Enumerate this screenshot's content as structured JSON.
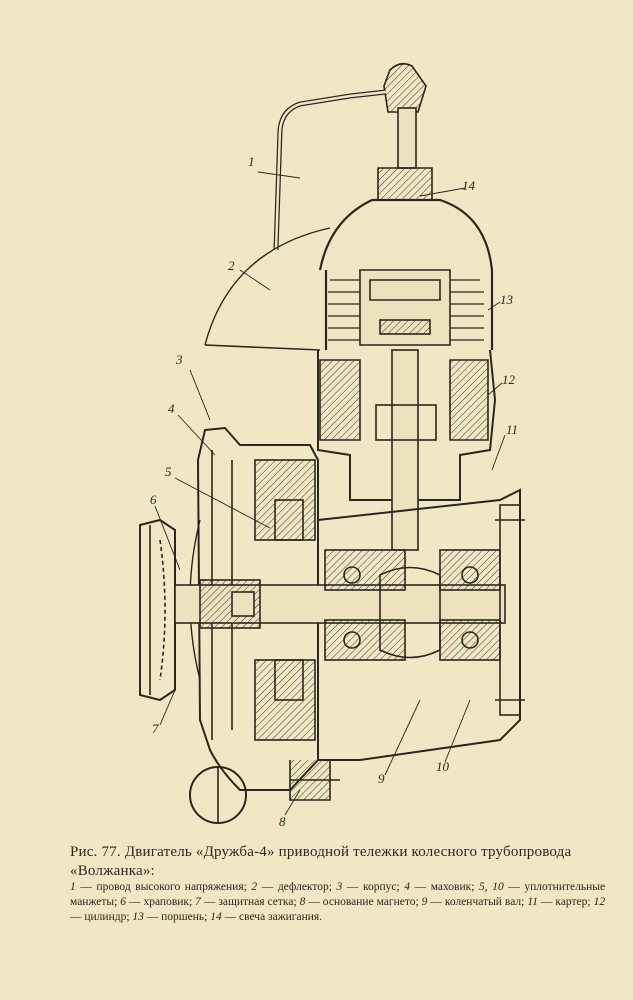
{
  "caption": "Рис. 77. Двигатель «Дружба-4» приводной тележки колесного трубопровода «Волжанка»:",
  "legend": [
    {
      "num": "1",
      "text": "провод высокого напряжения;"
    },
    {
      "num": "2",
      "text": "дефлектор;"
    },
    {
      "num": "3",
      "text": "корпус;"
    },
    {
      "num": "4",
      "text": "маховик;"
    },
    {
      "num": "5, 10",
      "text": "уплотнительные манжеты;"
    },
    {
      "num": "6",
      "text": "храповик;"
    },
    {
      "num": "7",
      "text": "защитная сетка;"
    },
    {
      "num": "8",
      "text": "основание магнето;"
    },
    {
      "num": "9",
      "text": "коленчатый вал;"
    },
    {
      "num": "11",
      "text": "картер;"
    },
    {
      "num": "12",
      "text": "цилиндр;"
    },
    {
      "num": "13",
      "text": "поршень;"
    },
    {
      "num": "14",
      "text": "свеча зажигания."
    }
  ],
  "labels": {
    "l1": "1",
    "l2": "2",
    "l3": "3",
    "l4": "4",
    "l5": "5",
    "l6": "6",
    "l7": "7",
    "l8": "8",
    "l9": "9",
    "l10": "10",
    "l11": "11",
    "l12": "12",
    "l13": "13",
    "l14": "14"
  }
}
